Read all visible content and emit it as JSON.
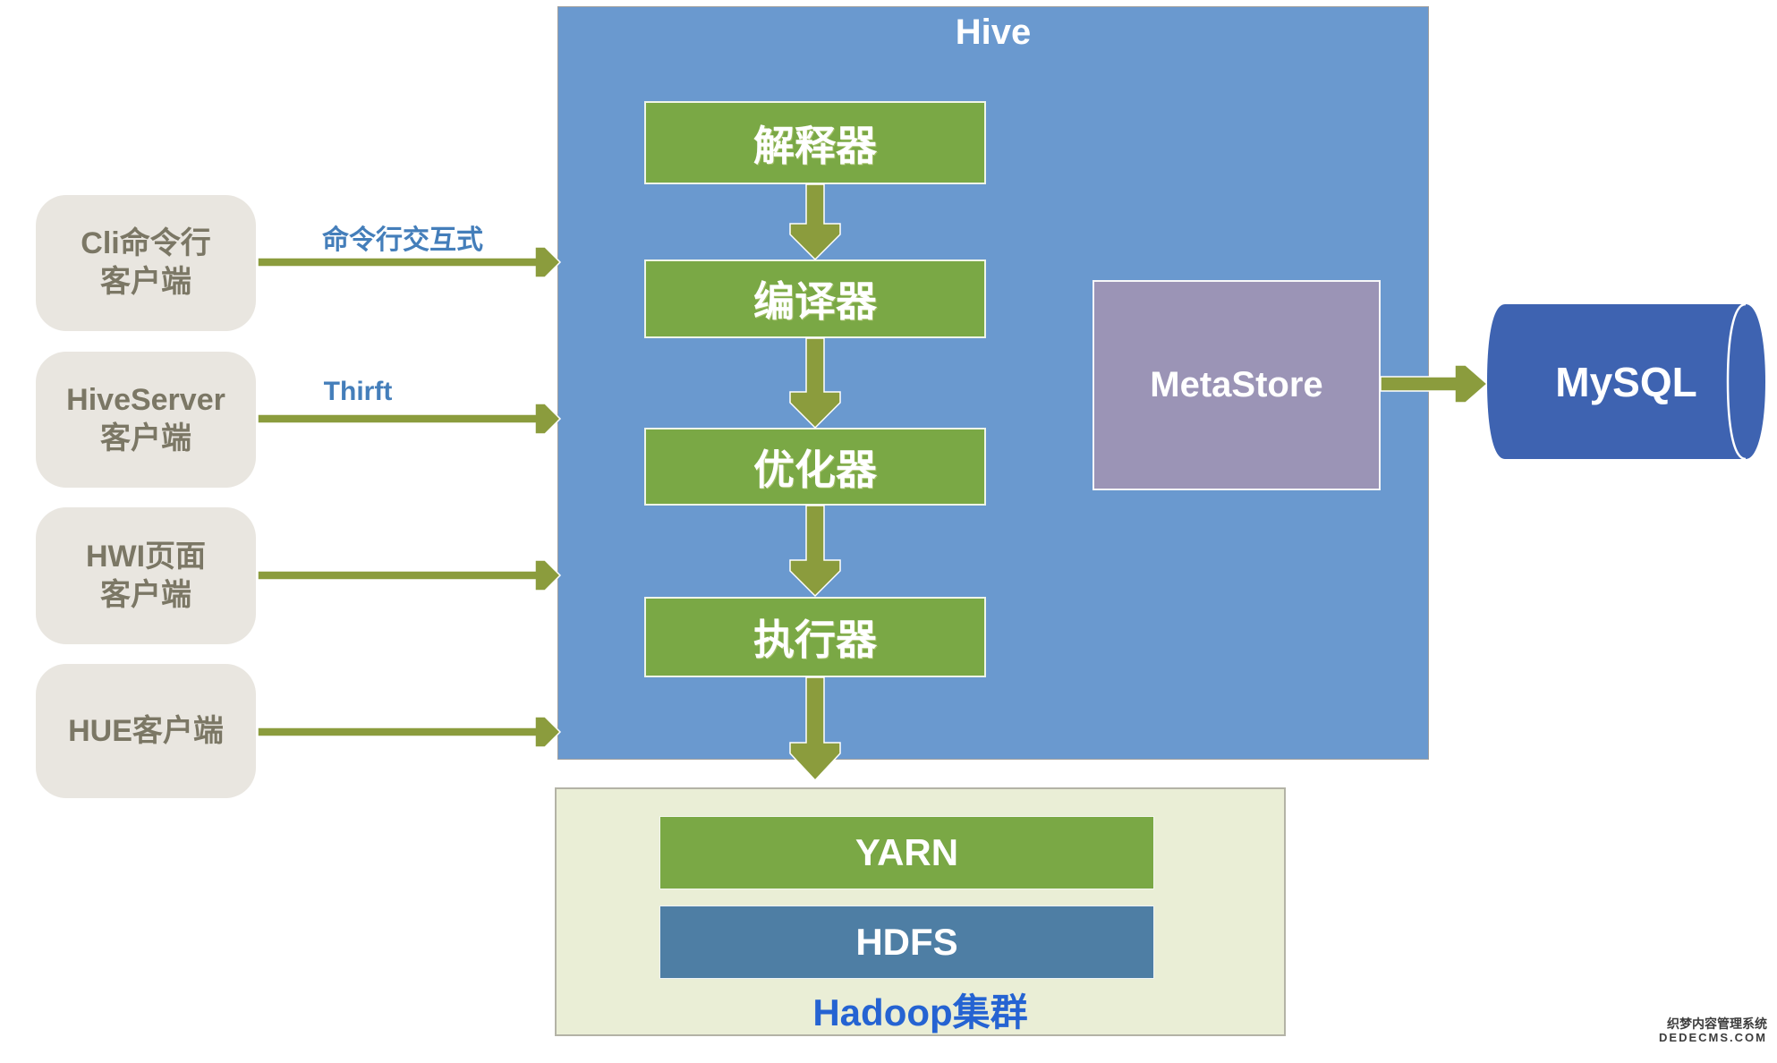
{
  "clients": [
    {
      "lines": [
        "Cli命令行",
        "客户端"
      ],
      "arrow_label": "命令行交互式"
    },
    {
      "lines": [
        "HiveServer",
        "客户端"
      ],
      "arrow_label": "Thirft"
    },
    {
      "lines": [
        "HWI页面",
        "客户端"
      ],
      "arrow_label": ""
    },
    {
      "lines": [
        "HUE客户端"
      ],
      "arrow_label": ""
    }
  ],
  "hive": {
    "title": "Hive",
    "stages": [
      "解释器",
      "编译器",
      "优化器",
      "执行器"
    ],
    "metastore_label": "MetaStore"
  },
  "mysql_label": "MySQL",
  "hadoop": {
    "yarn_label": "YARN",
    "hdfs_label": "HDFS",
    "caption": "Hadoop集群"
  },
  "watermark": {
    "line1": "织梦内容管理系统",
    "line2": "DEDECMS.COM"
  },
  "colors": {
    "hive_blue": "#6a99cf",
    "stage_green": "#7aa845",
    "arrow_olive": "#8b9c3d",
    "client_gray": "#e9e6e0",
    "client_text": "#7b7765",
    "metastore_purple": "#9b94b6",
    "mysql_blue": "#3e63b1",
    "hdfs_blue": "#4e7ea4",
    "hadoop_bg": "#eaeed6",
    "label_blue": "#447eba",
    "caption_blue": "#2563d2"
  }
}
